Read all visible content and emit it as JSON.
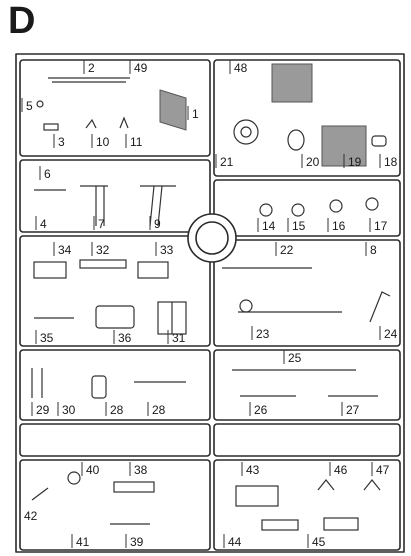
{
  "sheet": {
    "letter": "D"
  },
  "parts": [
    {
      "id": "p2",
      "label": "2"
    },
    {
      "id": "p49",
      "label": "49"
    },
    {
      "id": "p5",
      "label": "5"
    },
    {
      "id": "p1",
      "label": "1"
    },
    {
      "id": "p3",
      "label": "3"
    },
    {
      "id": "p10",
      "label": "10"
    },
    {
      "id": "p11",
      "label": "11"
    },
    {
      "id": "p48",
      "label": "48"
    },
    {
      "id": "p21",
      "label": "21"
    },
    {
      "id": "p20",
      "label": "20"
    },
    {
      "id": "p19",
      "label": "19"
    },
    {
      "id": "p18",
      "label": "18"
    },
    {
      "id": "p6",
      "label": "6"
    },
    {
      "id": "p4",
      "label": "4"
    },
    {
      "id": "p7",
      "label": "7"
    },
    {
      "id": "p9",
      "label": "9"
    },
    {
      "id": "p14",
      "label": "14"
    },
    {
      "id": "p15",
      "label": "15"
    },
    {
      "id": "p16",
      "label": "16"
    },
    {
      "id": "p17",
      "label": "17"
    },
    {
      "id": "p34",
      "label": "34"
    },
    {
      "id": "p32",
      "label": "32"
    },
    {
      "id": "p33",
      "label": "33"
    },
    {
      "id": "p22",
      "label": "22"
    },
    {
      "id": "p8",
      "label": "8"
    },
    {
      "id": "p35",
      "label": "35"
    },
    {
      "id": "p36",
      "label": "36"
    },
    {
      "id": "p31",
      "label": "31"
    },
    {
      "id": "p23",
      "label": "23"
    },
    {
      "id": "p24",
      "label": "24"
    },
    {
      "id": "p25",
      "label": "25"
    },
    {
      "id": "p29",
      "label": "29"
    },
    {
      "id": "p30",
      "label": "30"
    },
    {
      "id": "p28a",
      "label": "28"
    },
    {
      "id": "p28b",
      "label": "28"
    },
    {
      "id": "p26",
      "label": "26"
    },
    {
      "id": "p27",
      "label": "27"
    },
    {
      "id": "p40",
      "label": "40"
    },
    {
      "id": "p38",
      "label": "38"
    },
    {
      "id": "p42",
      "label": "42"
    },
    {
      "id": "p41",
      "label": "41"
    },
    {
      "id": "p39",
      "label": "39"
    },
    {
      "id": "p43",
      "label": "43"
    },
    {
      "id": "p46",
      "label": "46"
    },
    {
      "id": "p47",
      "label": "47"
    },
    {
      "id": "p44",
      "label": "44"
    },
    {
      "id": "p45",
      "label": "45"
    }
  ]
}
